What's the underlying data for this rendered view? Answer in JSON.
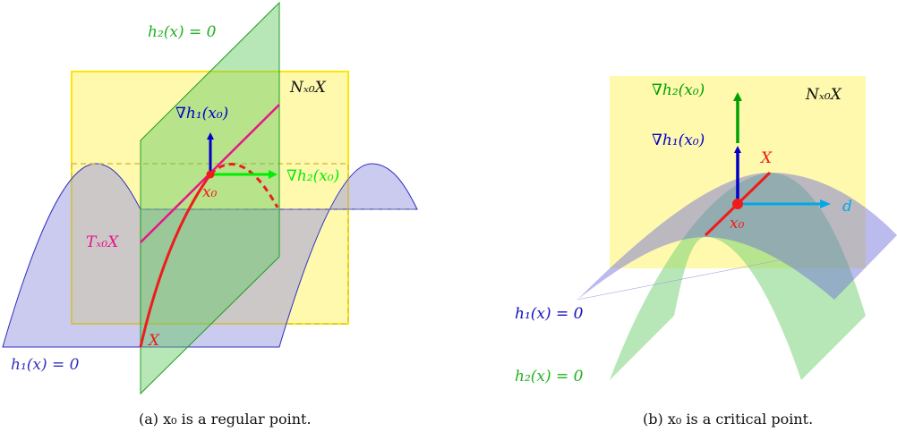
{
  "panel_a": {
    "labels": {
      "h2_surface": "h₂(x) = 0",
      "normal_space": "Nₓ₀X",
      "grad_h1": "∇h₁(x₀)",
      "grad_h2": "∇h₂(x₀)",
      "point": "x₀",
      "tangent_space": "Tₓ₀X",
      "manifold": "X",
      "h1_surface": "h₁(x) = 0"
    },
    "caption": "(a) x₀ is a regular point."
  },
  "panel_b": {
    "labels": {
      "grad_h2": "∇h₂(x₀)",
      "grad_h1": "∇h₁(x₀)",
      "normal_space": "Nₓ₀X",
      "manifold": "X",
      "direction": "d",
      "point": "x₀",
      "h1_surface": "h₁(x) = 0",
      "h2_surface": "h₂(x) = 0"
    },
    "caption": "(b) x₀ is a critical point."
  },
  "colors": {
    "yellow_plane": "#fff8a0",
    "green_plane": "#8fdc8f",
    "blue_surface": "#b8b8f0",
    "red": "#ee1c1c",
    "magenta": "#e8158c",
    "blue": "#0000c8",
    "green": "#00a000",
    "lime": "#00ee00",
    "cyan": "#00a8e8"
  }
}
